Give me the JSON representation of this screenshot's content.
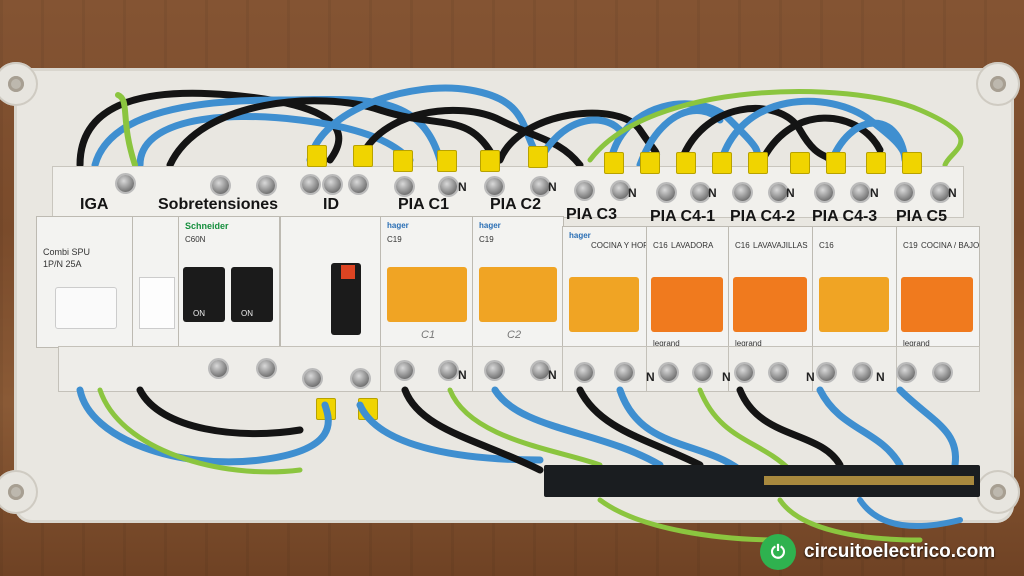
{
  "labels": {
    "iga": "IGA",
    "sobretensiones": "Sobretensiones",
    "id": "ID",
    "pia_c1": "PIA  C1",
    "pia_c2": "PIA  C2",
    "pia_c3": "PIA  C3",
    "pia_c41": "PIA  C4-1",
    "pia_c42": "PIA  C4-2",
    "pia_c43": "PIA  C4-3",
    "pia_c5": "PIA  C5"
  },
  "devices": {
    "combi": "Combi SPU",
    "combi_sub": "1P/N 25A",
    "schneider": "Schneider",
    "c60n": "C60N",
    "hager": "hager",
    "c19": "C19",
    "c16": "C16",
    "c3_text": "COCINA Y HORNO",
    "c41_text": "LAVADORA",
    "c42_text": "LAVAVAJILLAS",
    "c5_text": "COCINA / BAJO",
    "legrand": "legrand",
    "on": "ON",
    "hand_c1": "C1",
    "hand_c2": "C2"
  },
  "n_mark": "N",
  "watermark": "circuitoelectrico.com",
  "colors": {
    "enclosure": "#e9e7e1",
    "wood": "#7a4b2a",
    "wire_blue": "#3f8fd0",
    "wire_black": "#141414",
    "wire_green_yellow": "#8bc53f",
    "breaker_orange_yellow": "#f0a424",
    "breaker_orange": "#f07a1e",
    "ferrule_yellow": "#f0d400",
    "schneider_green": "#168f3e"
  },
  "icons": {
    "watermark_logo": "plug-logo-icon"
  }
}
